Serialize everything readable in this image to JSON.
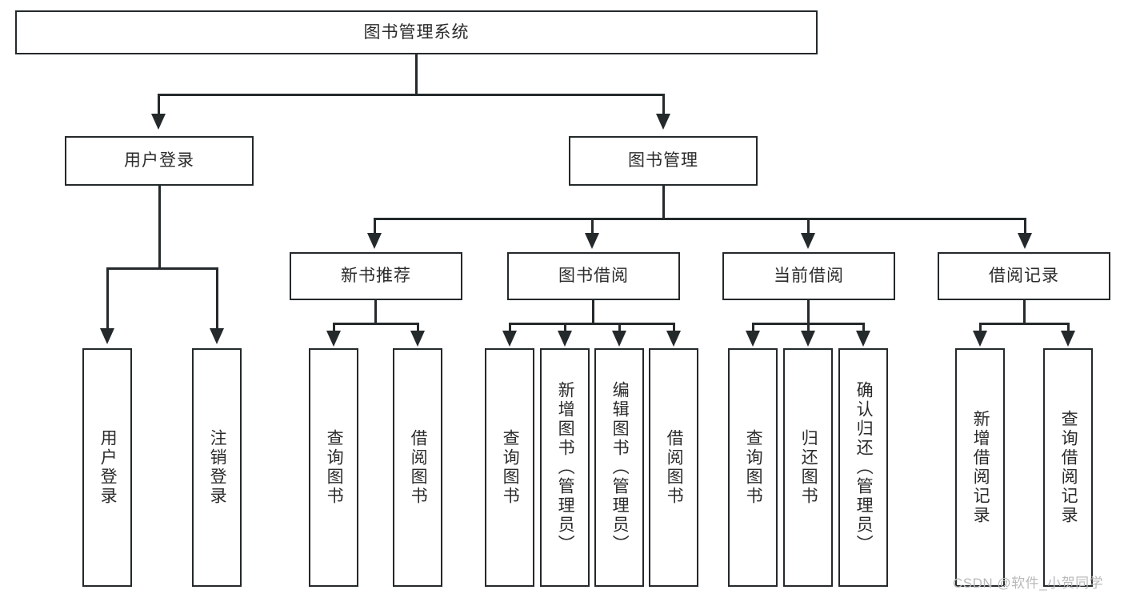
{
  "diagram": {
    "type": "tree-hierarchy",
    "title": "图书管理系统",
    "root": {
      "label": "图书管理系统",
      "level": 0
    },
    "level1": [
      {
        "label": "用户登录"
      },
      {
        "label": "图书管理"
      }
    ],
    "level2": [
      {
        "label": "新书推荐",
        "parent": "图书管理"
      },
      {
        "label": "图书借阅",
        "parent": "图书管理"
      },
      {
        "label": "当前借阅",
        "parent": "图书管理"
      },
      {
        "label": "借阅记录",
        "parent": "图书管理"
      }
    ],
    "leaves": {
      "user_login": [
        {
          "label": "用户登录"
        },
        {
          "label": "注销登录"
        }
      ],
      "new_book_recommend": [
        {
          "label": "查询图书"
        },
        {
          "label": "借阅图书"
        }
      ],
      "book_borrow": [
        {
          "label": "查询图书"
        },
        {
          "label": "新增图书（管理员）"
        },
        {
          "label": "编辑图书（管理员）"
        },
        {
          "label": "借阅图书"
        }
      ],
      "current_borrow": [
        {
          "label": "查询图书"
        },
        {
          "label": "归还图书"
        },
        {
          "label": "确认归还（管理员）"
        }
      ],
      "borrow_record": [
        {
          "label": "新增借阅记录"
        },
        {
          "label": "查询借阅记录"
        }
      ]
    }
  },
  "watermark": {
    "text": "CSDN @软件_小贺同学"
  },
  "colors": {
    "stroke": "#24292b",
    "background": "#ffffff",
    "text": "#2b2b2b",
    "watermark": "#b9b9b9"
  }
}
